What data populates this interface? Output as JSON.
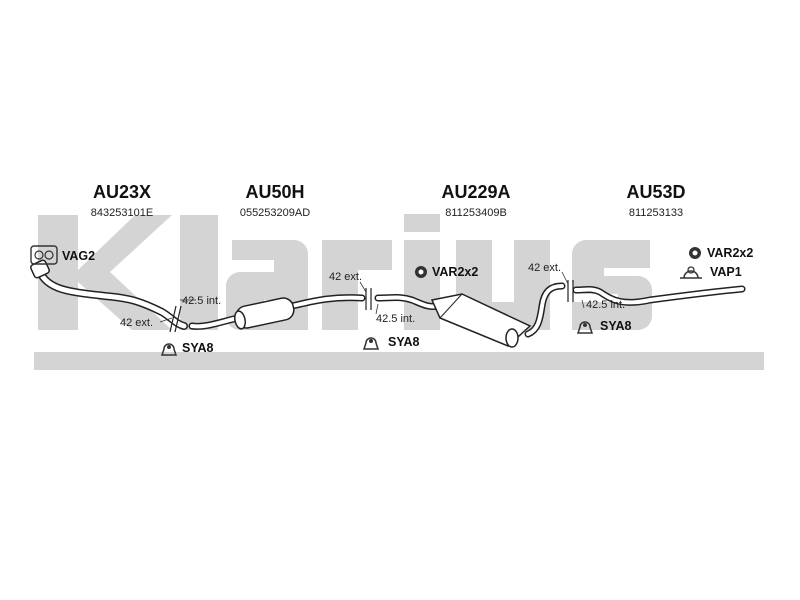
{
  "watermark": {
    "text": "klarius",
    "color": "#d2d2d2"
  },
  "parts": [
    {
      "code": "AU23X",
      "number": "843253101E"
    },
    {
      "code": "AU50H",
      "number": "055253209AD"
    },
    {
      "code": "AU229A",
      "number": "811253409B"
    },
    {
      "code": "AU53D",
      "number": "811253133"
    }
  ],
  "accessories": {
    "vag2": "VAG2",
    "sya8_a": "SYA8",
    "sya8_b": "SYA8",
    "sya8_c": "SYA8",
    "var_mid": "VAR2x2",
    "var_right": "VAR2x2",
    "vap1": "VAP1"
  },
  "joints": {
    "j1_int": "42.5 int.",
    "j1_ext": "42 ext.",
    "j2_ext": "42 ext.",
    "j2_int": "42.5 int.",
    "j3_ext": "42 ext.",
    "j3_int": "42.5 int."
  },
  "colors": {
    "pipe_outline": "#222222",
    "pipe_fill": "#ffffff",
    "icon": "#333333"
  }
}
